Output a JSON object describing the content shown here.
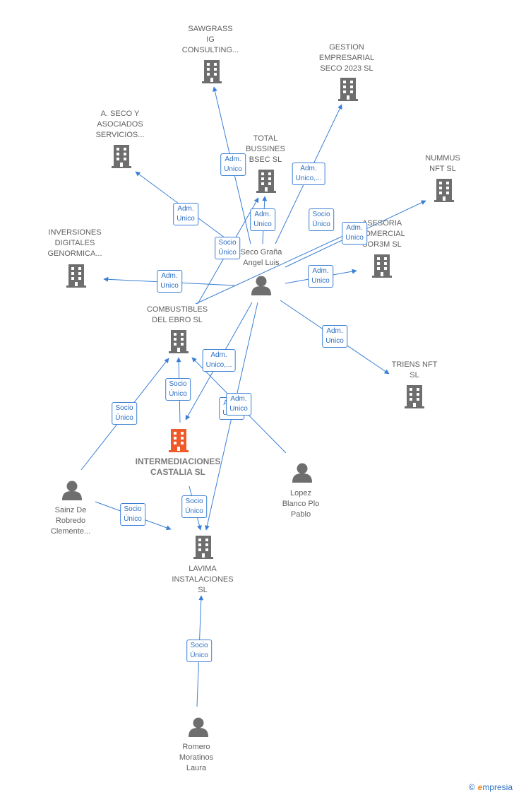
{
  "nodes": [
    {
      "id": "sawgrass",
      "kind": "company",
      "label": [
        "SAWGRASS",
        "IG",
        "CONSULTING..."
      ]
    },
    {
      "id": "gestion",
      "kind": "company",
      "label": [
        "GESTION",
        "EMPRESARIAL",
        "SECO 2023  SL"
      ]
    },
    {
      "id": "aseco",
      "kind": "company",
      "label": [
        "A.  SECO Y",
        "ASOCIADOS",
        "SERVICIOS..."
      ]
    },
    {
      "id": "total",
      "kind": "company",
      "label": [
        "TOTAL",
        "BUSSINES",
        "BSEC  SL"
      ]
    },
    {
      "id": "nummus",
      "kind": "company",
      "label": [
        "NUMMUS",
        "NFT  SL"
      ]
    },
    {
      "id": "asesoria",
      "kind": "company",
      "label": [
        "ASESORIA",
        "COMERCIAL",
        "SOR3M  SL"
      ]
    },
    {
      "id": "inversiones",
      "kind": "company",
      "label": [
        "INVERSIONES",
        "DIGITALES",
        "GENORMICA..."
      ]
    },
    {
      "id": "seco",
      "kind": "person",
      "label": [
        "Seco Graña",
        "Angel Luis"
      ]
    },
    {
      "id": "combustibles",
      "kind": "company",
      "label": [
        "COMBUSTIBLES",
        "DEL EBRO  SL"
      ]
    },
    {
      "id": "triens",
      "kind": "company",
      "label": [
        "TRIENS NFT",
        "SL"
      ]
    },
    {
      "id": "intermediaciones",
      "kind": "main",
      "label": [
        "INTERMEDIACIONES",
        "CASTALIA  SL"
      ]
    },
    {
      "id": "lopez",
      "kind": "person",
      "label": [
        "Lopez",
        "Blanco Plo",
        "Pablo"
      ]
    },
    {
      "id": "sainz",
      "kind": "person",
      "label": [
        "Sainz De",
        "Robredo",
        "Clemente..."
      ]
    },
    {
      "id": "lavima",
      "kind": "company",
      "label": [
        "LAVIMA",
        "INSTALACIONES",
        "SL"
      ]
    },
    {
      "id": "romero",
      "kind": "person",
      "label": [
        "Romero",
        "Moratinos",
        "Laura"
      ]
    }
  ],
  "edges": [
    {
      "from": "seco",
      "to": "sawgrass",
      "label": [
        "Adm.",
        "Unico"
      ]
    },
    {
      "from": "seco",
      "to": "gestion",
      "label": [
        "Adm.",
        "Unico,..."
      ]
    },
    {
      "from": "seco",
      "to": "aseco",
      "label": [
        "Adm.",
        "Unico"
      ]
    },
    {
      "from": "seco",
      "to": "total",
      "label": [
        "Adm.",
        "Unico"
      ]
    },
    {
      "from": "seco",
      "to": "nummus",
      "label": [
        "Adm.",
        "Unico"
      ]
    },
    {
      "from": "seco",
      "to": "asesoria",
      "label": [
        "Adm.",
        "Unico"
      ]
    },
    {
      "from": "seco",
      "to": "inversiones",
      "label": [
        "Adm.",
        "Unico"
      ]
    },
    {
      "from": "seco",
      "to": "triens",
      "label": [
        "Adm.",
        "Unico"
      ]
    },
    {
      "from": "seco",
      "to": "intermediaciones",
      "label": [
        "Adm.",
        "Unico,..."
      ]
    },
    {
      "from": "seco",
      "to": "lavima",
      "label": [
        "Adm.",
        "Unico"
      ]
    },
    {
      "from": "combustibles",
      "to": "total",
      "label": [
        "Socio",
        "Único"
      ]
    },
    {
      "from": "combustibles",
      "to": "asesoria",
      "label": [
        "Socio",
        "Único"
      ]
    },
    {
      "from": "intermediaciones",
      "to": "combustibles",
      "label": [
        "Socio",
        "Único"
      ]
    },
    {
      "from": "sainz",
      "to": "combustibles",
      "label": [
        "Socio",
        "Único"
      ]
    },
    {
      "from": "lopez",
      "to": "combustibles",
      "label": [
        "Adm.",
        "Unico"
      ]
    },
    {
      "from": "sainz",
      "to": "lavima",
      "label": [
        "Socio",
        "Único"
      ]
    },
    {
      "from": "intermediaciones",
      "to": "lavima",
      "label": [
        "Socio",
        "Único"
      ]
    },
    {
      "from": "romero",
      "to": "lavima",
      "label": [
        "Socio",
        "Único"
      ]
    }
  ],
  "footer": {
    "copyright": "©",
    "brand_initial": "e",
    "brand_rest": "mpresia"
  },
  "colors": {
    "edge": "#3a7fd5",
    "company": "#6e6e6e",
    "main": "#f05a28",
    "person": "#6e6e6e"
  }
}
